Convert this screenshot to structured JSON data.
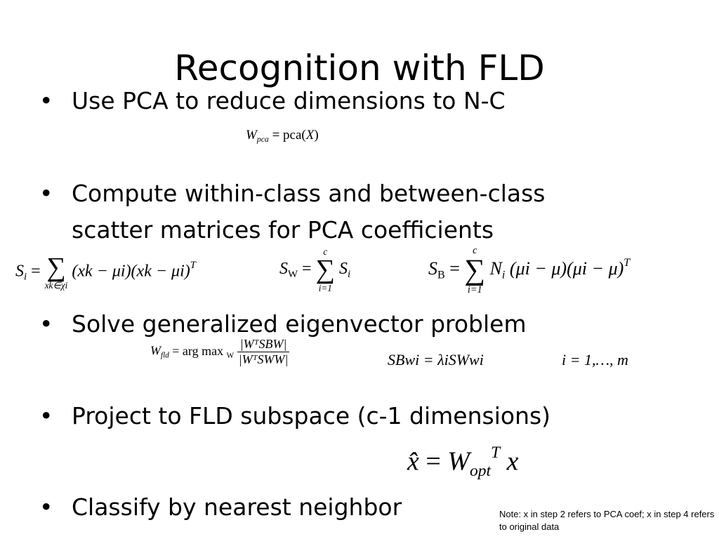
{
  "slide": {
    "title": "Recognition with FLD",
    "bullet_char": "•",
    "bullets": [
      {
        "text": "Use PCA to reduce dimensions to N-C"
      },
      {
        "text": "Compute within-class and between-class scatter matrices for PCA coefficients"
      },
      {
        "text": "Solve generalized eigenvector problem"
      },
      {
        "text": "Project to FLD subspace (c-1 dimensions)"
      },
      {
        "text": "Classify by nearest neighbor"
      }
    ],
    "equations": {
      "wpca": {
        "lhs": "W",
        "lhs_sub": "pca",
        "rhs": "= pca(",
        "arg": "X",
        "close": ")"
      },
      "si": {
        "lhs": "S",
        "lhs_sub": "i",
        "sum_bottom": "xk∈χi",
        "body": "(xk − μi)(xk − μi)",
        "sup": "T"
      },
      "sw": {
        "lhs": "S",
        "lhs_sub": "W",
        "sum_top": "c",
        "sum_bottom": "i=1",
        "body": "S",
        "body_sub": "i"
      },
      "sb": {
        "lhs": "S",
        "lhs_sub": "B",
        "sum_top": "c",
        "sum_bottom": "i=1",
        "body": "N",
        "body_sub": "i",
        "rest": "(μi − μ)(μi − μ)",
        "sup": "T"
      },
      "wfld": {
        "lhs": "W",
        "lhs_sub": "fld",
        "op": "= arg max",
        "op_sub": "W",
        "num": "|WᵀSBW|",
        "den": "|WᵀSWW|"
      },
      "eig": {
        "text": "SBwi = λiSWwi"
      },
      "range": {
        "text": "i = 1,…, m"
      },
      "proj": {
        "lhs": "x̂",
        "eq": "=",
        "w": "W",
        "w_sub": "opt",
        "sup": "T",
        "x": "x"
      }
    },
    "note": "Note: x in step 2 refers to PCA coef; x in step 4 refers to original data"
  }
}
